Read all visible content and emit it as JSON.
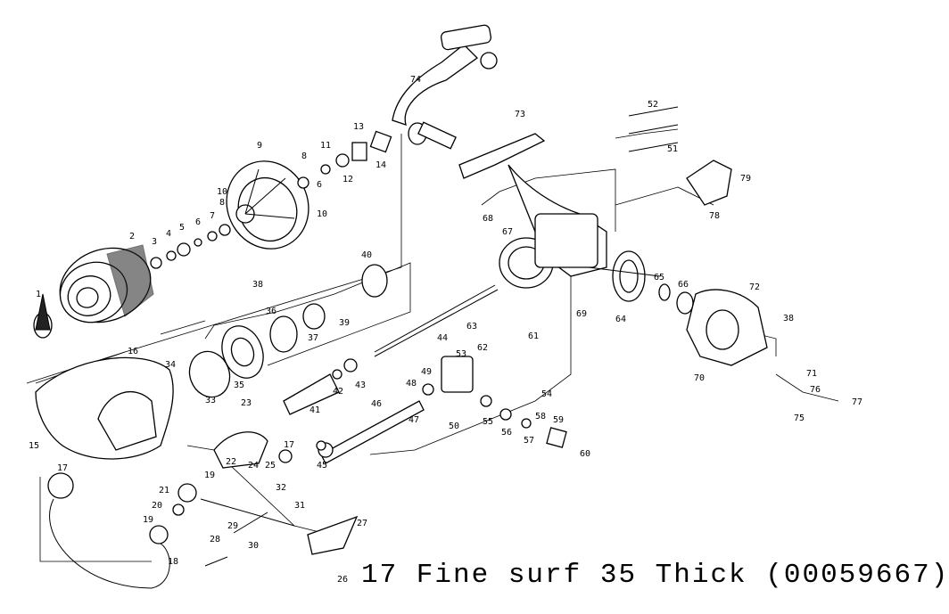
{
  "caption": "17 Fine surf 35 Thick (00059667)",
  "part_labels": [
    "1",
    "2",
    "3",
    "4",
    "5",
    "6",
    "7",
    "8",
    "9",
    "10",
    "10",
    "11",
    "6",
    "8",
    "12",
    "13",
    "14",
    "15",
    "16",
    "17",
    "17",
    "18",
    "19",
    "19",
    "20",
    "21",
    "22",
    "23",
    "24",
    "25",
    "26",
    "27",
    "28",
    "29",
    "30",
    "31",
    "32",
    "33",
    "34",
    "35",
    "36",
    "37",
    "38",
    "38",
    "39",
    "40",
    "41",
    "42",
    "43",
    "44",
    "45",
    "46",
    "47",
    "48",
    "49",
    "50",
    "51",
    "52",
    "53",
    "54",
    "55",
    "56",
    "57",
    "58",
    "59",
    "60",
    "61",
    "62",
    "63",
    "64",
    "65",
    "66",
    "67",
    "68",
    "69",
    "70",
    "71",
    "72",
    "73",
    "74",
    "75",
    "76",
    "77",
    "78",
    "79"
  ]
}
